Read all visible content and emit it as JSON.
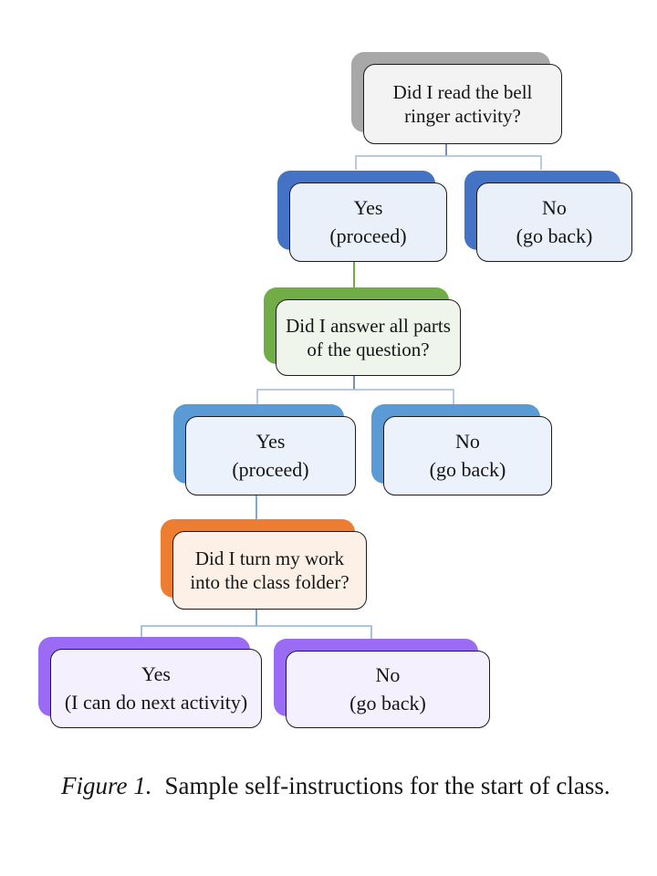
{
  "figure": {
    "nodes": {
      "q1": {
        "line1": "Did I read the bell",
        "line2": "ringer activity?",
        "fill_color": "#f3f3f3",
        "shadow_color": "#a8a8a8"
      },
      "yes1": {
        "line1": "Yes",
        "line2": "(proceed)",
        "fill_color": "#e9f0fa",
        "shadow_color": "#4472c4"
      },
      "no1": {
        "line1": "No",
        "line2": "(go back)",
        "fill_color": "#e9f0fa",
        "shadow_color": "#4472c4"
      },
      "q2": {
        "line1": "Did I answer all parts",
        "line2": "of the question?",
        "fill_color": "#eff5eb",
        "shadow_color": "#70ad47"
      },
      "yes2": {
        "line1": "Yes",
        "line2": "(proceed)",
        "fill_color": "#ebf2fb",
        "shadow_color": "#5b9bd5"
      },
      "no2": {
        "line1": "No",
        "line2": "(go back)",
        "fill_color": "#ebf2fb",
        "shadow_color": "#5b9bd5"
      },
      "q3": {
        "line1": "Did I turn my work",
        "line2": "into the class folder?",
        "fill_color": "#fdf0e7",
        "shadow_color": "#ed7d31"
      },
      "yes3": {
        "line1": "Yes",
        "line2": "(I can do next activity)",
        "fill_color": "#f4f0fd",
        "shadow_color": "#9a6cf5"
      },
      "no3": {
        "line1": "No",
        "line2": "(go back)",
        "fill_color": "#f4f0fd",
        "shadow_color": "#9a6cf5"
      }
    },
    "connector_colors": {
      "bracket_light": "#a4bad4",
      "stub_blue": "#7291c3",
      "steel": "#7fa8d0",
      "green": "#70ad47",
      "bracket_mid": "#8fb3d6"
    },
    "caption": {
      "label": "Figure 1.",
      "text": "Sample self-instructions for the start of class."
    }
  }
}
